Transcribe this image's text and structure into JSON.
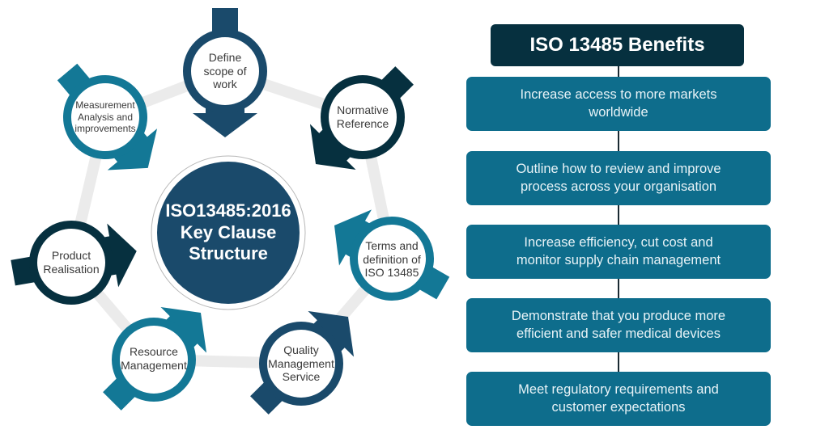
{
  "diagram": {
    "center": {
      "label": "ISO13485:2016\nKey Clause\nStructure",
      "color": "#1a4a6b"
    },
    "nodes": [
      {
        "label": "Define\nscope of\nwork",
        "color": "#1a4a6b"
      },
      {
        "label": "Normative\nReference",
        "color": "#06303f"
      },
      {
        "label": "Terms and\ndefinition of\nISO 13485",
        "color": "#137896"
      },
      {
        "label": "Quality\nManagement\nService",
        "color": "#1a4a6b"
      },
      {
        "label": "Resource\nManagement",
        "color": "#137896"
      },
      {
        "label": "Product\nRealisation",
        "color": "#06303f"
      },
      {
        "label": "Measurement\nAnalysis and\nimprovements",
        "color": "#137896"
      }
    ],
    "ring_color": "#ebebeb"
  },
  "benefits": {
    "title": "ISO 13485 Benefits",
    "title_color": "#06303f",
    "box_color": "#0e6d8c",
    "items": [
      {
        "text": "Increase access to more markets\nworldwide"
      },
      {
        "text": "Outline how to review and improve\nprocess across your organisation"
      },
      {
        "text": "Increase efficiency, cut cost and\nmonitor supply chain management"
      },
      {
        "text": "Demonstrate that you produce more\nefficient and safer medical devices"
      },
      {
        "text": "Meet regulatory requirements and\ncustomer expectations"
      }
    ]
  }
}
